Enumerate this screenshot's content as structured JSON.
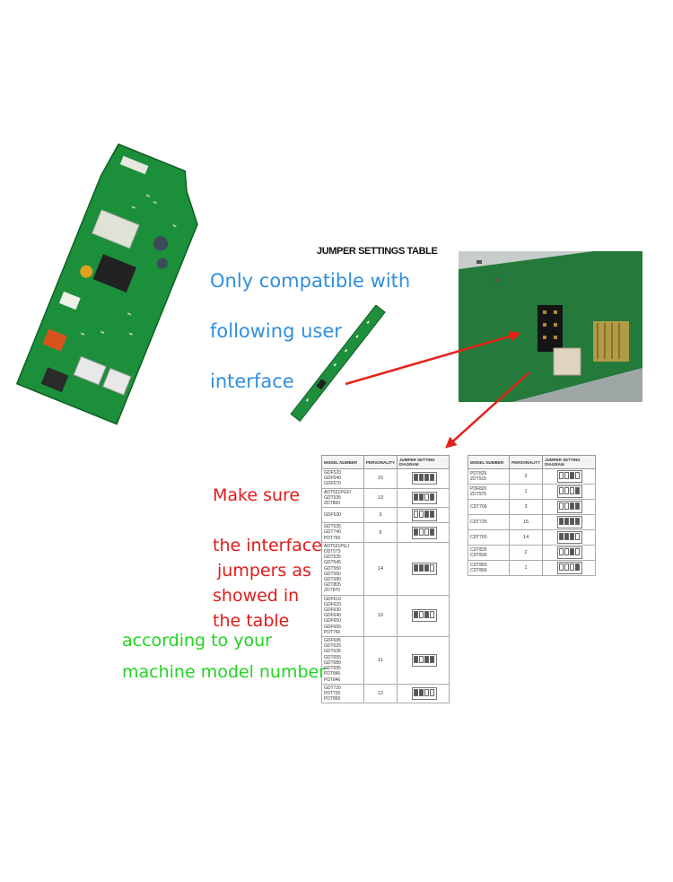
{
  "header": {
    "table_title": "JUMPER SETTINGS TABLE"
  },
  "left_text": {
    "line1": "Only compatible with",
    "line2": "following user",
    "line3": "interface"
  },
  "red_text": {
    "line1": "Make sure",
    "line2": "the interface",
    "line3": "jumpers as",
    "line4": "showed in",
    "line5": "the table"
  },
  "green_text": {
    "line1": "according to your",
    "line2": "machine model number"
  },
  "table_headers": {
    "model": "MODEL NUMBER",
    "personality": "PERSONALITY",
    "diagram": "JUMPER SETTING DIAGRAM"
  },
  "table_left": [
    {
      "models": "GDF520\nGDF540\nGDF570",
      "p": "15"
    },
    {
      "models": "ADT521PGF/\nGDT535\nZDT800",
      "p": "13"
    },
    {
      "models": "GDF530",
      "p": "3"
    },
    {
      "models": "GDT535\nGDT740\nPDT750",
      "p": "9"
    },
    {
      "models": "ADT521PGJ\nDDT575\nGDT535\nGDT545\nGDT550\nGDT560\nGDT580\nGDT805\nZDT870",
      "p": "14"
    },
    {
      "models": "GDF610\nGDF620\nGDF630\nGDF640\nGDF650\nGDF655\nPDT760",
      "p": "10"
    },
    {
      "models": "GDF695\nGDT625\nGDT635\nGDT655\nGDT680\nGDT695\nPDT845\nPDT846",
      "p": "11"
    },
    {
      "models": "GDT720\nPDT720\nPDT855",
      "p": "12"
    }
  ],
  "table_right": [
    {
      "models": "PDT825\nZDT915",
      "p": "2"
    },
    {
      "models": "PDF820\nZDT975",
      "p": "1"
    },
    {
      "models": "CDT706",
      "p": "3"
    },
    {
      "models": "CDT725",
      "p": "15"
    },
    {
      "models": "CDT765",
      "p": "14"
    },
    {
      "models": "CDT835\nCDT836",
      "p": "2"
    },
    {
      "models": "CDT865\nCDT866",
      "p": "1"
    }
  ]
}
